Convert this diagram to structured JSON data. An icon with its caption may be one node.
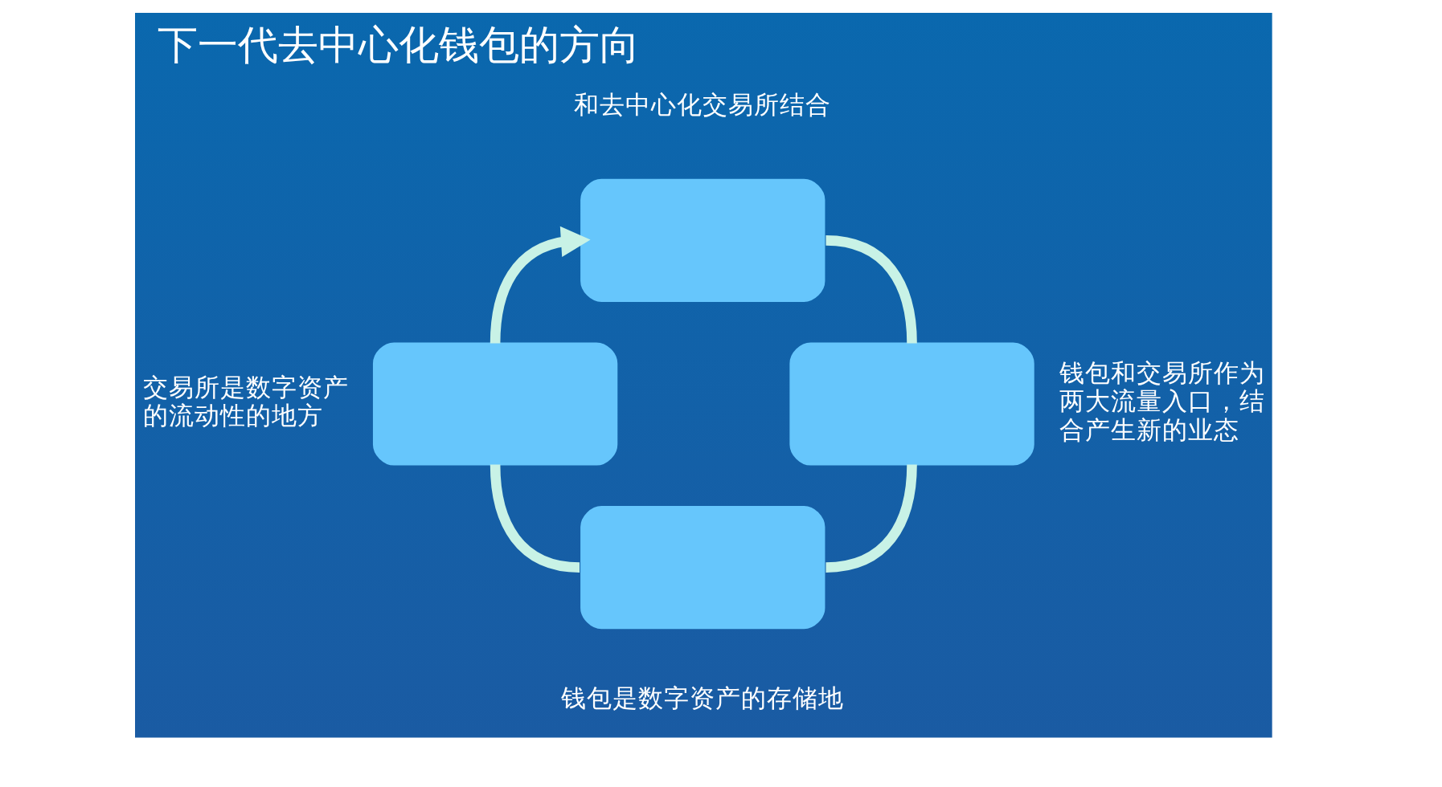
{
  "diagram": {
    "title": "下一代去中心化钱包的方向",
    "nodes": [
      {
        "text": [],
        "shape": "box",
        "beside": [
          "和去中心化交易所结合"
        ]
      },
      {
        "text": [],
        "shape": "box",
        "beside": [
          "交易所是数字资产的流动性的地方"
        ]
      },
      {
        "text": [],
        "shape": "box",
        "beside": [
          "钱包和交易所作为两大流量入口，结合产生新的业态"
        ]
      },
      {
        "text": [],
        "shape": "box",
        "beside": [
          "钱包是数字资产的存储地"
        ]
      }
    ],
    "edges": [
      {
        "from": 0,
        "to": 2,
        "arrow": "none"
      },
      {
        "from": 2,
        "to": 3,
        "arrow": "none"
      },
      {
        "from": 3,
        "to": 1,
        "arrow": "none"
      },
      {
        "from": 1,
        "to": 0,
        "arrow": "to"
      }
    ]
  }
}
